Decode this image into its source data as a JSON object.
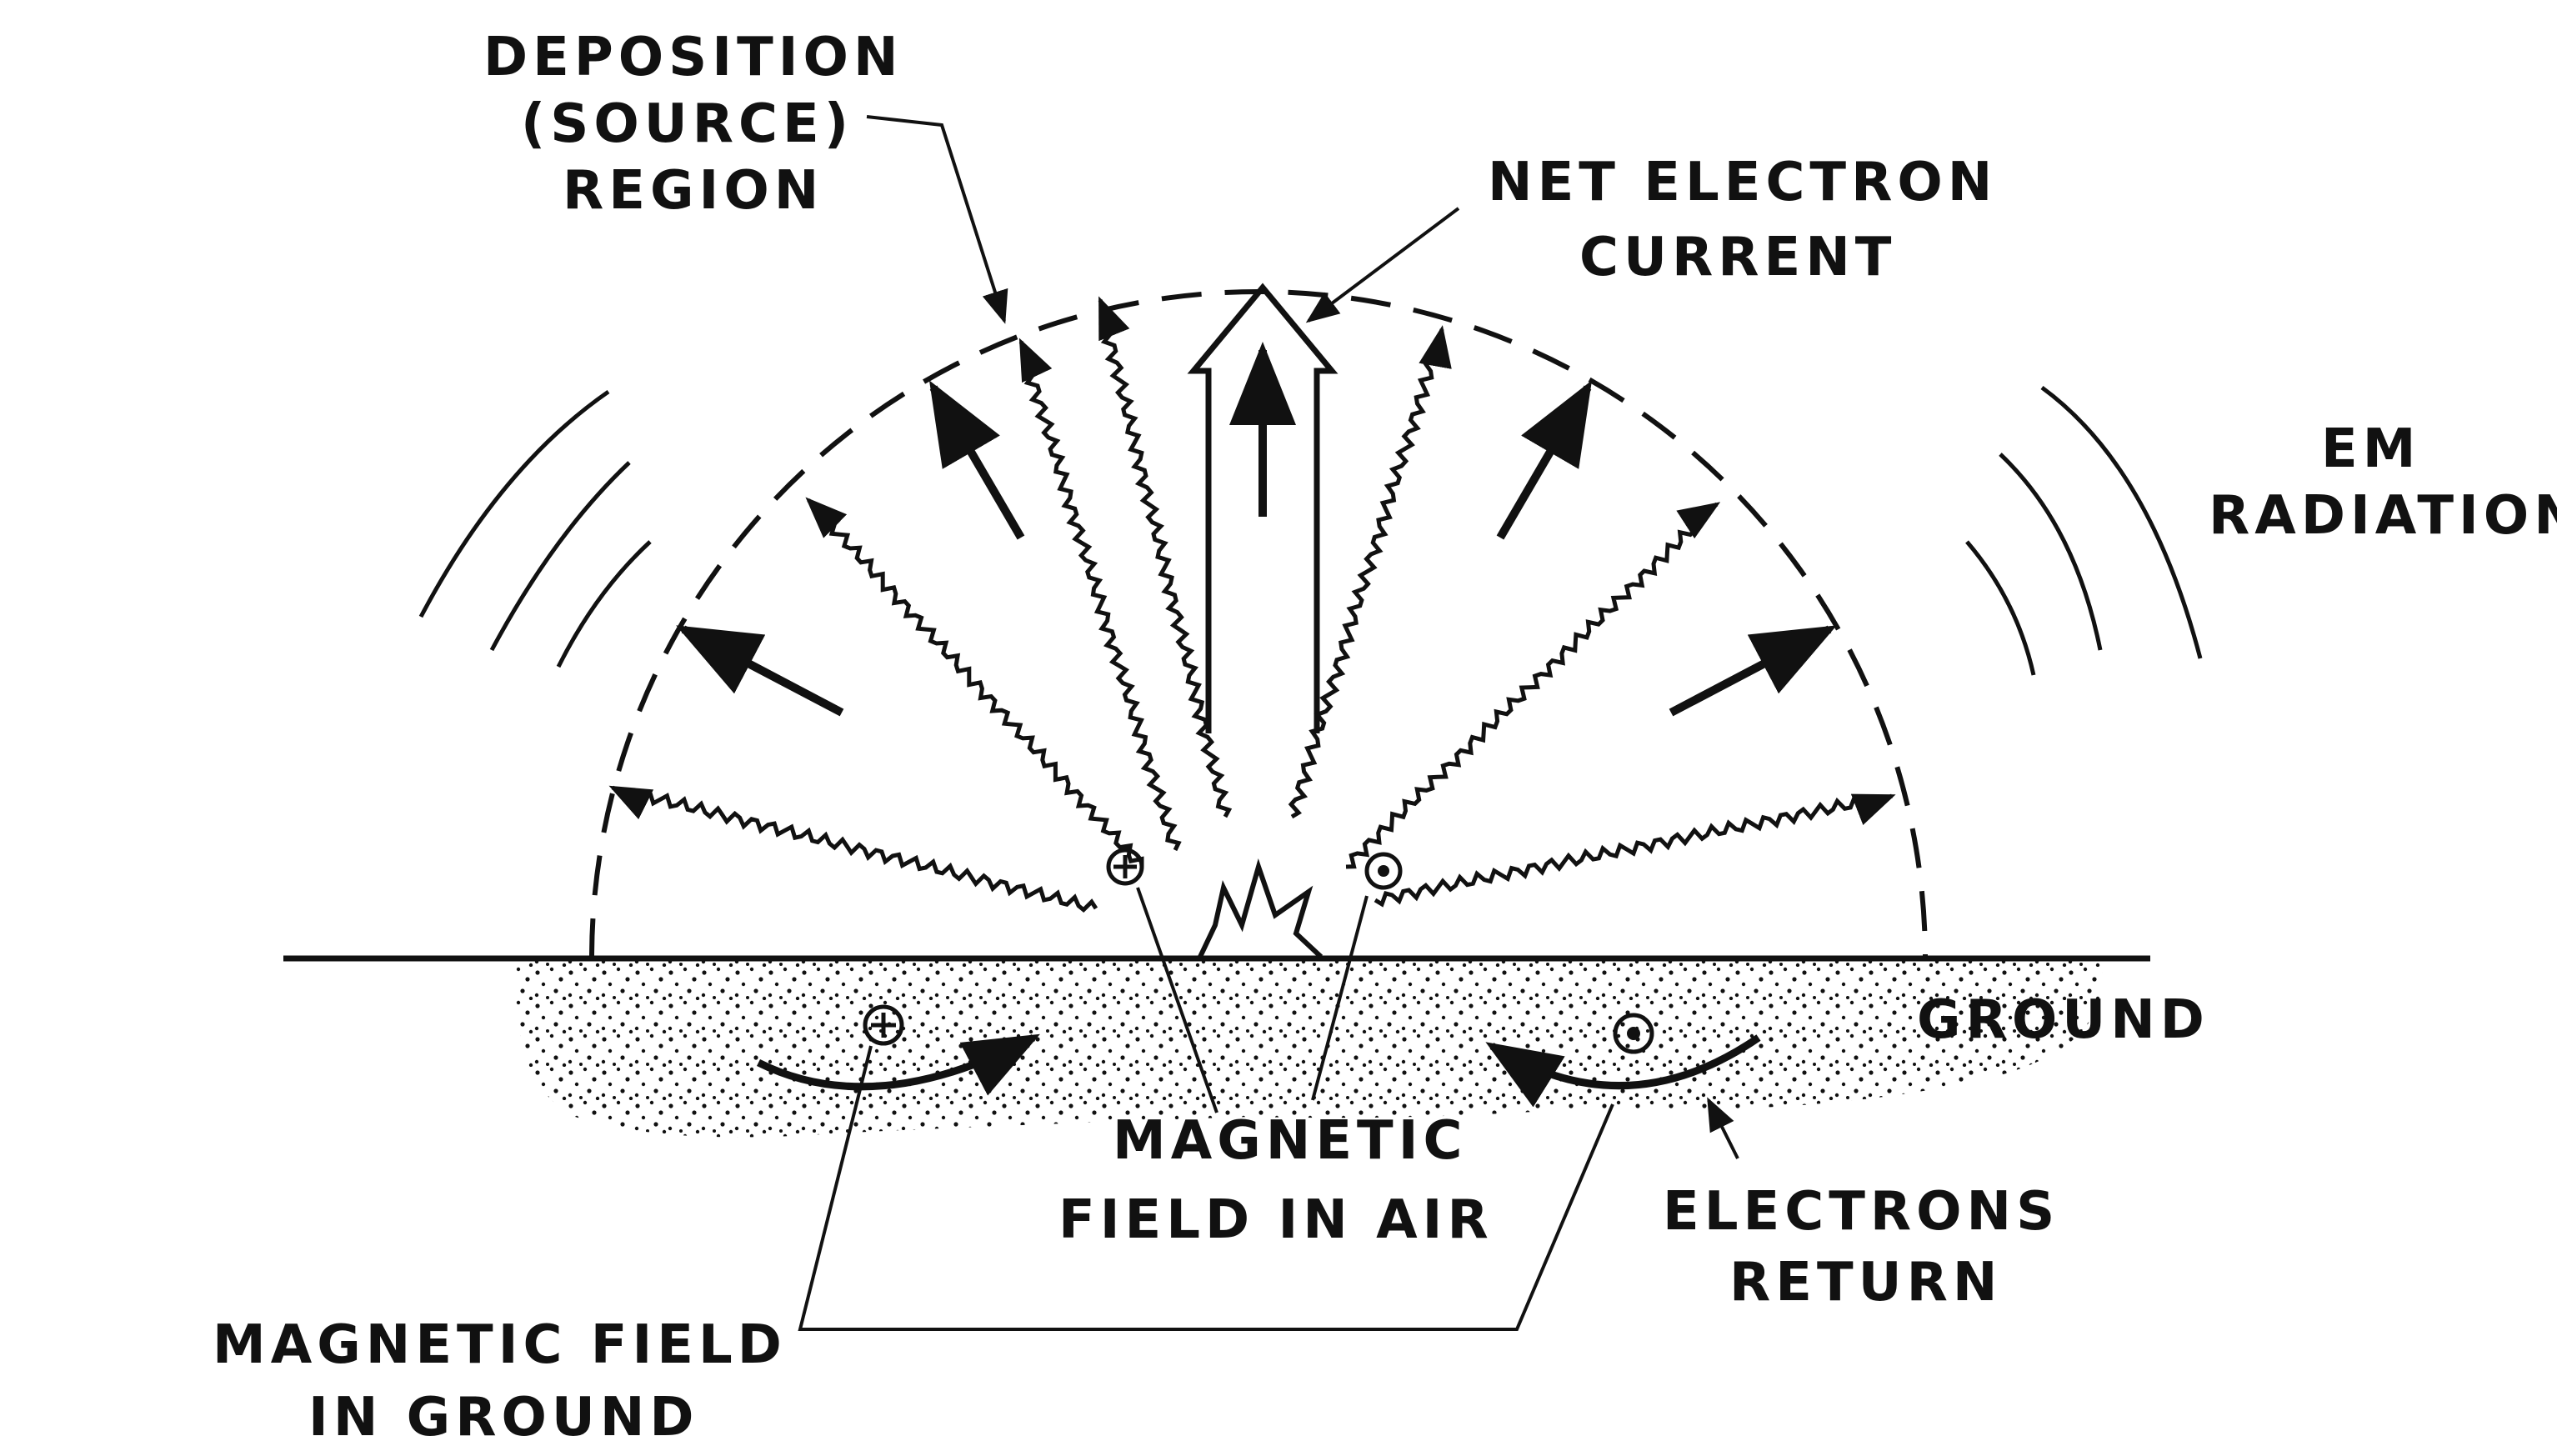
{
  "labels": {
    "deposition_line1": "DEPOSITION",
    "deposition_line2": "(SOURCE)",
    "deposition_line3": "REGION",
    "net_current_line1": "NET ELECTRON",
    "net_current_line2": "CURRENT",
    "em_line1": "EM",
    "em_line2": "RADIATION",
    "ground": "GROUND",
    "mag_air_line1": "MAGNETIC",
    "mag_air_line2": "FIELD IN AIR",
    "electrons_line1": "ELECTRONS",
    "electrons_line2": "RETURN",
    "mag_ground_line1": "MAGNETIC FIELD",
    "mag_ground_line2": "IN GROUND"
  },
  "colors": {
    "ink": "#111111",
    "background": "#ffffff"
  }
}
